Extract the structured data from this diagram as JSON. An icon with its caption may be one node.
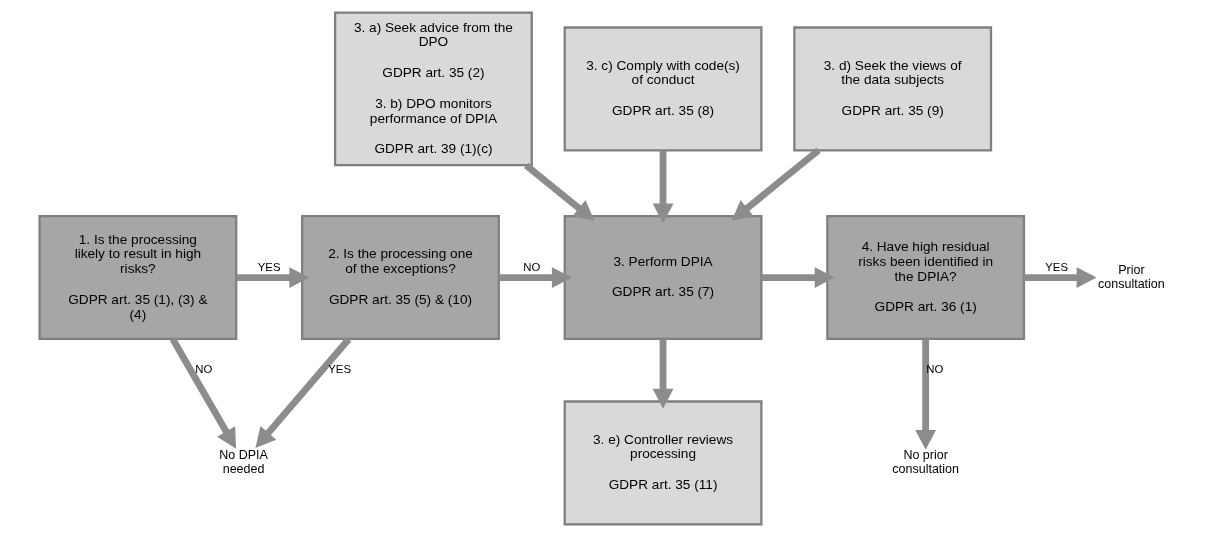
{
  "diagram": {
    "nodes": [
      {
        "text": [
          "1. Is the processing likely to result in high risks?",
          "GDPR art. 35 (1), (3) & (4)"
        ]
      },
      {
        "text": [
          "2. Is the processing one of the exceptions?",
          "GDPR art. 35 (5) & (10)"
        ]
      },
      {
        "text": [
          "3. a) Seek advice from the DPO",
          "GDPR art. 35 (2)",
          "3. b) DPO monitors performance of DPIA",
          "GDPR art. 39 (1)(c)"
        ]
      },
      {
        "text": [
          "3. c) Comply with code(s) of conduct",
          "GDPR art. 35 (8)"
        ]
      },
      {
        "text": [
          "3. d) Seek the views of the data subjects",
          "GDPR art. 35 (9)"
        ]
      },
      {
        "text": [
          "3. Perform DPIA",
          "GDPR art. 35 (7)"
        ]
      },
      {
        "text": [
          "4. Have high residual risks been identified in the DPIA?",
          "GDPR art. 36 (1)"
        ]
      },
      {
        "text": [
          "3. e) Controller reviews processing",
          "GDPR art. 35 (11)"
        ]
      },
      {
        "text": [
          "Prior consultation"
        ]
      },
      {
        "text": [
          "No DPIA needed"
        ]
      },
      {
        "text": [
          "No prior consultation"
        ]
      }
    ],
    "edges": [
      {
        "from": 0,
        "to": 1,
        "arrow": "to",
        "label": "YES"
      },
      {
        "from": 1,
        "to": 5,
        "arrow": "to",
        "label": "NO"
      },
      {
        "from": 5,
        "to": 6,
        "arrow": "to"
      },
      {
        "from": 6,
        "to": 8,
        "arrow": "to",
        "label": "YES"
      },
      {
        "from": 0,
        "to": 9,
        "arrow": "to",
        "label": "NO"
      },
      {
        "from": 1,
        "to": 9,
        "arrow": "to",
        "label": "YES"
      },
      {
        "from": 2,
        "to": 5,
        "arrow": "to"
      },
      {
        "from": 3,
        "to": 5,
        "arrow": "to"
      },
      {
        "from": 4,
        "to": 5,
        "arrow": "to"
      },
      {
        "from": 5,
        "to": 7,
        "arrow": "to"
      },
      {
        "from": 6,
        "to": 10,
        "arrow": "to",
        "label": "NO"
      }
    ]
  }
}
